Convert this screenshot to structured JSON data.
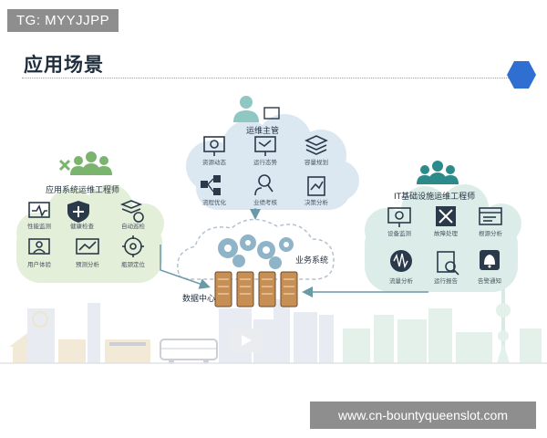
{
  "tag_badge": "TG: MYYJJPP",
  "page_title": "应用场景",
  "roles": {
    "ops_manager": {
      "title": "运维主管",
      "items": [
        {
          "label": "资源动态",
          "icon": "monitor-grid-icon"
        },
        {
          "label": "运行态势",
          "icon": "network-screen-icon"
        },
        {
          "label": "容量规划",
          "icon": "stack-layers-icon"
        },
        {
          "label": "流程优化",
          "icon": "flowchart-icon"
        },
        {
          "label": "业绩考核",
          "icon": "person-search-icon"
        },
        {
          "label": "决策分析",
          "icon": "chart-doc-icon"
        }
      ]
    },
    "app_ops_engineer": {
      "title": "应用系统运维工程师",
      "items": [
        {
          "label": "性能监测",
          "icon": "heartbeat-monitor-icon"
        },
        {
          "label": "健康检查",
          "icon": "shield-plus-icon"
        },
        {
          "label": "自动巡检",
          "icon": "layers-check-icon"
        },
        {
          "label": "用户体验",
          "icon": "user-screen-icon"
        },
        {
          "label": "预测分析",
          "icon": "trend-chart-icon"
        },
        {
          "label": "瓶颈定位",
          "icon": "crosshair-icon"
        }
      ]
    },
    "it_infra_engineer": {
      "title": "IT基础设施运维工程师",
      "items": [
        {
          "label": "设备监测",
          "icon": "monitor-gear-icon"
        },
        {
          "label": "故障处理",
          "icon": "tools-icon"
        },
        {
          "label": "根源分析",
          "icon": "browser-list-icon"
        },
        {
          "label": "流量分析",
          "icon": "waveform-icon"
        },
        {
          "label": "运行报告",
          "icon": "report-search-icon"
        },
        {
          "label": "告警通知",
          "icon": "bell-icon"
        }
      ]
    }
  },
  "center": {
    "business_system": "业务系统",
    "data_center": "数据中心"
  },
  "colors": {
    "icon_dark": "#2b3a4a",
    "cloud_fill": "#dbe8f2",
    "cloud_green": "#e3efd9",
    "arrow": "#6a9aa8",
    "accent_blue": "#2f6fd1"
  },
  "watermark": "www.cn-bountyqueenslot.com"
}
